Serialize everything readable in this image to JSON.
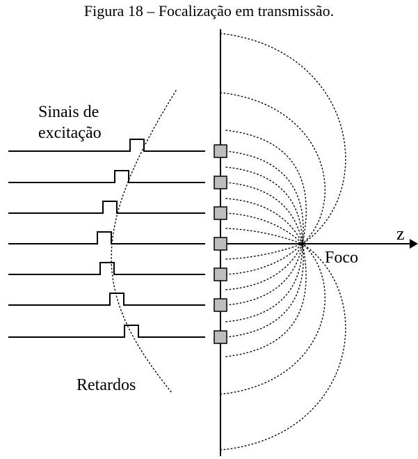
{
  "caption": "Figura 18 – Focalização em transmissão.",
  "labels": {
    "signals_line1": "Sinais de",
    "signals_line2": "excitação",
    "delays": "Retardos",
    "focus": "Foco",
    "axis": "z"
  },
  "elements_count": 7
}
